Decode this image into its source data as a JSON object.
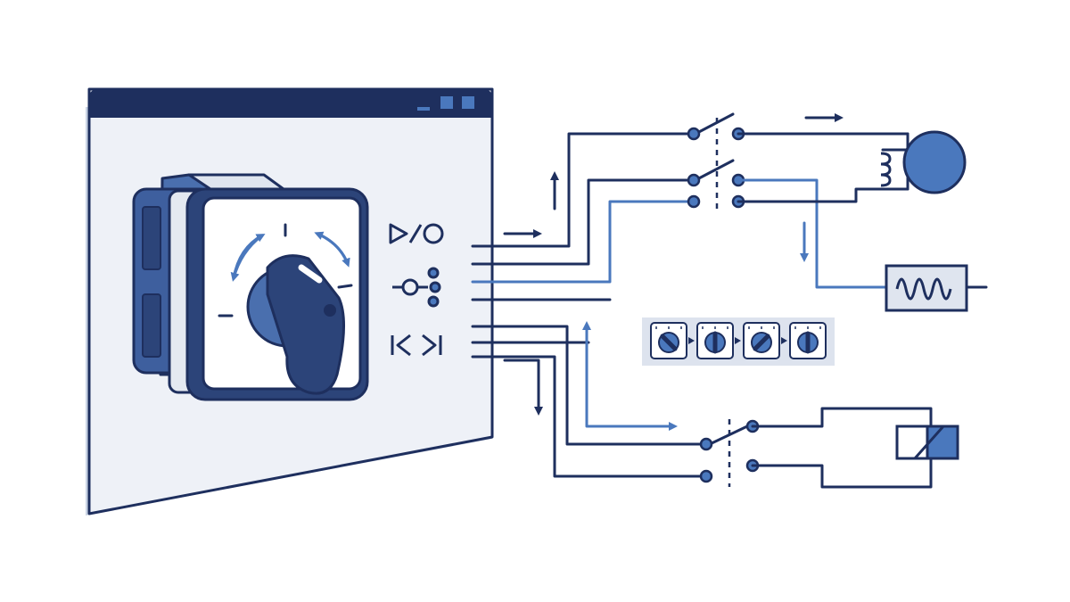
{
  "colors": {
    "navy": "#1e2f5e",
    "accent_blue": "#4a78bd",
    "panel_fill": "#eef1f7",
    "panel_shade": "#c9d3e4"
  },
  "window": {
    "controls": [
      "minimize-icon",
      "maximize-icon",
      "close-icon"
    ]
  },
  "rotary_switch": {
    "icon": "rotary-cam-switch-icon",
    "rotation_arrows": "rotate-arrows-icon"
  },
  "mode_symbols": [
    {
      "name": "play-stop-icon"
    },
    {
      "name": "multi-position-selector-icon"
    },
    {
      "name": "reverse-direction-icon"
    }
  ],
  "circuit": {
    "loads": [
      "motor-icon",
      "heater-resistor-icon",
      "relay-coil-icon"
    ],
    "switch_contacts": [
      "contact-pair-1",
      "contact-pair-2",
      "contact-pair-3"
    ]
  },
  "position_sequence": {
    "steps": [
      {
        "name": "position-1-icon",
        "angle": -45
      },
      {
        "name": "position-2-icon",
        "angle": 0
      },
      {
        "name": "position-3-icon",
        "angle": 45
      },
      {
        "name": "position-4-icon",
        "angle": 0
      }
    ]
  }
}
